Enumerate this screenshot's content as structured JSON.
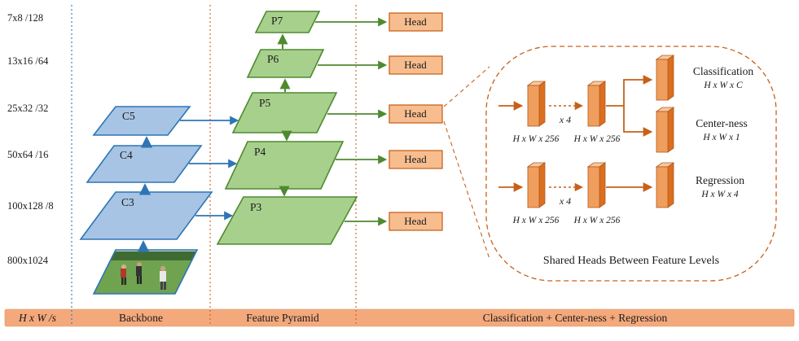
{
  "scale_labels": [
    "7x8 /128",
    "13x16 /64",
    "25x32 /32",
    "50x64 /16",
    "100x128 /8",
    "800x1024"
  ],
  "footer": {
    "hws": "H x W /s",
    "backbone": "Backbone",
    "feature_pyramid": "Feature Pyramid",
    "heads": "Classification + Center-ness + Regression"
  },
  "nodes": {
    "c3": "C3",
    "c4": "C4",
    "c5": "C5",
    "p3": "P3",
    "p4": "P4",
    "p5": "P5",
    "p6": "P6",
    "p7": "P7"
  },
  "heads": {
    "labels": [
      "Head",
      "Head",
      "Head",
      "Head",
      "Head"
    ]
  },
  "bubble": {
    "x4": "x 4",
    "dim256": "H x W x 256",
    "outputs": {
      "classification": {
        "title": "Classification",
        "dim": "H x W x C"
      },
      "centerness": {
        "title": "Center-ness",
        "dim": "H x W x 1"
      },
      "regression": {
        "title": "Regression",
        "dim": "H x W x 4"
      }
    },
    "caption": "Shared Heads Between Feature Levels"
  },
  "colors": {
    "backbone_fill": "#a7c4e4",
    "backbone_stroke": "#2e75b6",
    "pyramid_fill": "#a8d08d",
    "pyramid_stroke": "#4e8a2f",
    "head_fill": "#f7bd8f",
    "head_stroke": "#c55a11",
    "accent_orange": "#c8601a",
    "bar_fill": "#f4a97c"
  }
}
